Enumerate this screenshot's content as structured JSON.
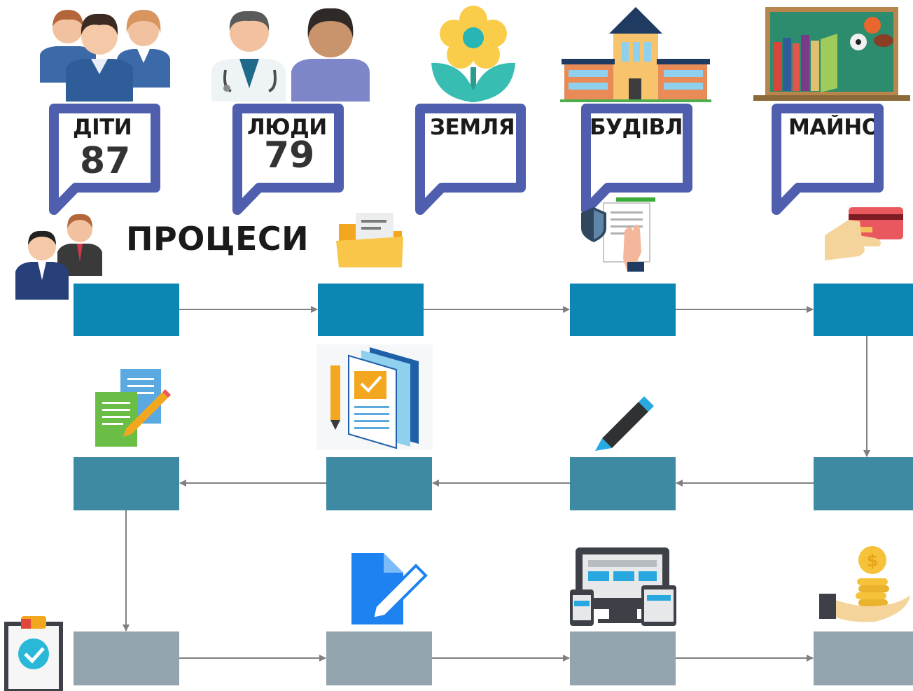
{
  "categories": [
    {
      "label": "ДІТИ",
      "count": "87",
      "icon": "children-group-icon"
    },
    {
      "label": "ЛЮДИ",
      "count": "79",
      "icon": "doctor-and-person-icon"
    },
    {
      "label": "ЗЕМЛЯ",
      "count": "",
      "icon": "flower-icon"
    },
    {
      "label": "БУДІВЛЯ",
      "count": "",
      "icon": "school-building-icon"
    },
    {
      "label": "МАЙНО",
      "count": "",
      "icon": "books-and-balls-board-icon"
    }
  ],
  "processes_title": "ПРОЦЕСИ",
  "colors": {
    "bubble_border": "#4f5fae",
    "row1": "#0e86b4",
    "row2": "#3f8aa3",
    "row3": "#93a4ae",
    "arrow": "#808080"
  },
  "process_icons": [
    "business-people-icon",
    "folder-icon",
    "signed-contract-icon",
    "card-payment-icon",
    "documents-edit-icon",
    "report-books-icon",
    "pen-icon",
    "clipboard-check-icon",
    "document-edit-icon",
    "devices-icon",
    "coins-hand-icon"
  ]
}
